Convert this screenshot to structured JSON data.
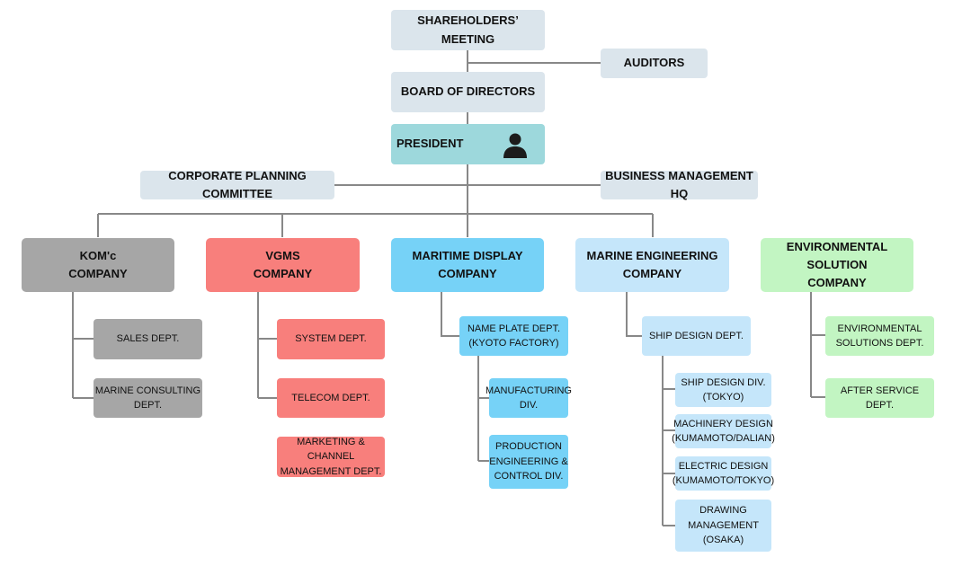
{
  "governance": {
    "shareholders": "SHAREHOLDERS’ MEETING",
    "auditors": "AUDITORS",
    "board": "BOARD OF DIRECTORS",
    "president": "PRESIDENT",
    "planning": "CORPORATE PLANNING COMMITTEE",
    "business": "BUSINESS MANAGEMENT HQ"
  },
  "companies": {
    "komc": {
      "name": [
        "KOM'c",
        "COMPANY"
      ],
      "color": "#a6a6a6",
      "depts": {
        "sales": [
          "SALES DEPT."
        ],
        "consulting": [
          "MARINE CONSULTING",
          "DEPT."
        ]
      }
    },
    "vgms": {
      "name": [
        "VGMS",
        "COMPANY"
      ],
      "color": "#f87f7c",
      "depts": {
        "system": [
          "SYSTEM DEPT."
        ],
        "telecom": [
          "TELECOM DEPT."
        ],
        "marketing": [
          "MARKETING & CHANNEL",
          "MANAGEMENT DEPT."
        ]
      }
    },
    "maritime": {
      "name": [
        "MARITIME DISPLAY",
        "COMPANY"
      ],
      "color": "#76d2f7",
      "depts": {
        "nameplate": [
          "NAME PLATE DEPT.",
          "(KYOTO FACTORY)"
        ],
        "manufacturing": [
          "MANUFACTURING",
          "DIV."
        ],
        "production": [
          "PRODUCTION",
          "ENGINEERING &",
          "CONTROL DIV."
        ]
      }
    },
    "marine": {
      "name": [
        "MARINE ENGINEERING",
        "COMPANY"
      ],
      "color": "#c5e6fa",
      "depts": {
        "shipdesign": [
          "SHIP DESIGN DEPT."
        ],
        "shipdiv": [
          "SHIP DESIGN DIV.",
          "(TOKYO)"
        ],
        "machinery": [
          "MACHINERY DESIGN",
          "(KUMAMOTO/DALIAN)"
        ],
        "electric": [
          "ELECTRIC DESIGN",
          "(KUMAMOTO/TOKYO)"
        ],
        "drawing": [
          "DRAWING",
          "MANAGEMENT",
          "(OSAKA)"
        ]
      }
    },
    "env": {
      "name": [
        "ENVIRONMENTAL SOLUTION",
        "COMPANY"
      ],
      "color": "#c2f5c2",
      "depts": {
        "envsol": [
          "ENVIRONMENTAL",
          "SOLUTIONS DEPT."
        ],
        "afterservice": [
          "AFTER SERVICE DEPT."
        ]
      }
    }
  },
  "icons": {
    "president": "person-silhouette-icon"
  },
  "line_color": "#888888"
}
